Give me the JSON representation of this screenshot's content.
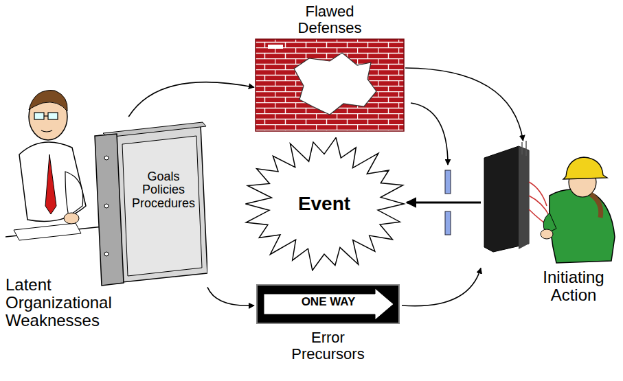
{
  "diagram": {
    "nodes": [
      {
        "text": [
          "Flawed Defenses"
        ]
      },
      {
        "text": [
          "Goals Policies Procedures",
          "Latent Organizational Weaknesses"
        ]
      },
      {
        "text": [
          "Event"
        ]
      },
      {
        "text": [
          "Initiating Action"
        ]
      },
      {
        "text": [
          "ONE WAY",
          "Error Precursors"
        ]
      }
    ],
    "edges": [
      {
        "from": 1,
        "to": 0,
        "arrow": "to"
      },
      {
        "from": 0,
        "to": 3,
        "arrow": "to"
      },
      {
        "from": 1,
        "to": 4,
        "arrow": "to"
      },
      {
        "from": 4,
        "to": 3,
        "arrow": "to"
      },
      {
        "from": 3,
        "to": 2,
        "arrow": "to"
      }
    ]
  }
}
